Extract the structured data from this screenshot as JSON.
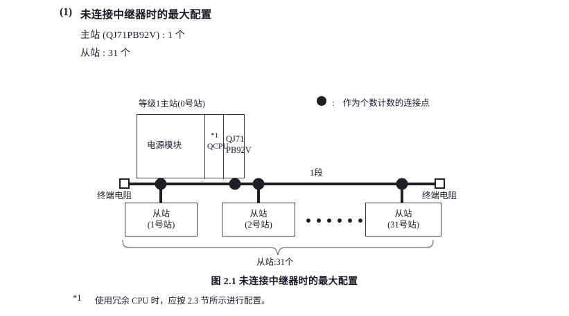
{
  "section": {
    "number": "(1)",
    "title": "未连接中继器时的最大配置",
    "specs": [
      "主站 (QJ71PB92V) : 1 个",
      "从站 : 31 个"
    ]
  },
  "diagram": {
    "station_title": "等级1主站(0号站)",
    "rack": {
      "cells": [
        {
          "label": "电源模块"
        },
        {
          "label": "QCPU",
          "footnote": "*1"
        },
        {
          "label_line1": "QJ71",
          "label_line2": "PB92V"
        }
      ]
    },
    "legend": {
      "symbol": "filled-circle",
      "separator": ":",
      "text": "作为个数计数的连接点"
    },
    "segment_label": "1段",
    "terminator_left": "终端电阻",
    "terminator_right": "终端电阻",
    "slaves": [
      {
        "line1": "从站",
        "line2": "(1号站)"
      },
      {
        "line1": "从站",
        "line2": "(2号站)"
      },
      {
        "line1": "从站",
        "line2": "(31号站)"
      }
    ],
    "ellipsis_dots": 6,
    "brace_label": "从站:31个",
    "colors": {
      "line": "#1f1f26",
      "box_border": "#3a3a44",
      "text": "#1a1a24"
    }
  },
  "caption": "图 2.1  未连接中继器时的最大配置",
  "footnote": {
    "mark": "*1",
    "text": "使用冗余 CPU 时，应按 2.3 节所示进行配置。"
  }
}
